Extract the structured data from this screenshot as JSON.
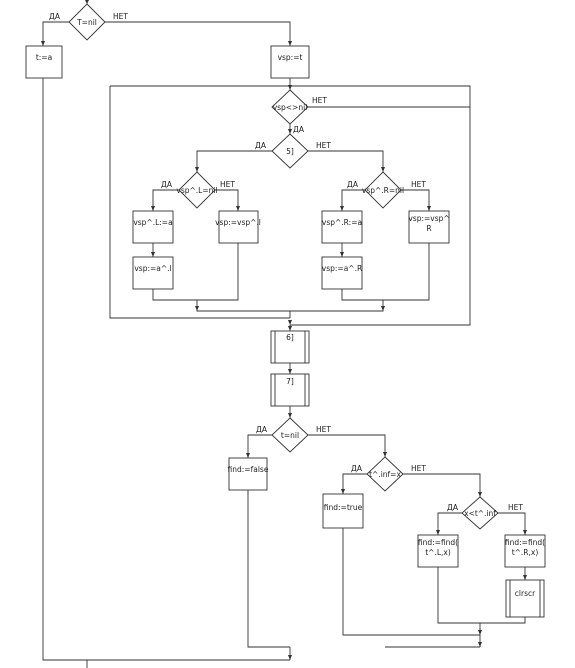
{
  "diagram": {
    "branch_yes": "ДА",
    "branch_no": "НЕТ",
    "nodes": {
      "cond_t_nil": "T=nil",
      "t_assign_a": "t:=a",
      "vsp_assign_t": "vsp:=t",
      "cond_vsp_not_nil": "vsp<>nil",
      "cond_5": "5]",
      "cond_vsp_l_nil": "vsp^.L=nil",
      "vsp_l_assign_a": "vsp^.L:=a",
      "vsp_assign_a_l": "vsp:=a^.l",
      "vsp_assign_vsp_l": "vsp:=vsp^.l",
      "cond_vsp_r_nil": "vsp^.R=nil",
      "vsp_r_assign_a": "vsp^.R:=a",
      "vsp_assign_a_r": "vsp:=a^.R",
      "vsp_assign_vsp_r_1": "vsp:=vsp^",
      "vsp_assign_vsp_r_2": "R",
      "proc_6": "6]",
      "proc_7": "7]",
      "cond_t_nil_2": "t=nil",
      "find_false": "find:=false",
      "cond_t_inf_x": "t^.inf=x",
      "find_true": "find:=true",
      "cond_x_lt_inf": "x<t^.inf",
      "find_left_1": "find:=find(",
      "find_left_2": "t^.L,x)",
      "find_right_1": "find:=find(",
      "find_right_2": "t^.R,x)",
      "proc_clrscr": "clrscr"
    }
  }
}
